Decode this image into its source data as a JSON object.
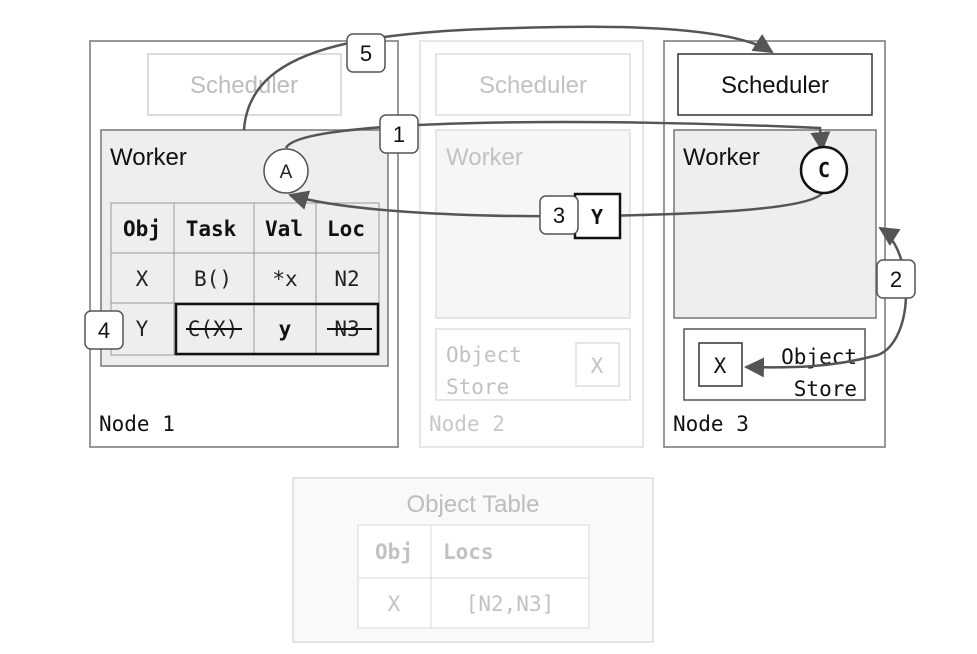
{
  "nodes": [
    {
      "label": "Node 1",
      "scheduler": "Scheduler",
      "worker": "Worker"
    },
    {
      "label": "Node 2",
      "scheduler": "Scheduler",
      "worker": "Worker",
      "store_line1": "Object",
      "store_line2": "Store",
      "store_obj": "X"
    },
    {
      "label": "Node 3",
      "scheduler": "Scheduler",
      "worker": "Worker",
      "store_line1": "Object",
      "store_line2": "Store",
      "store_obj": "X"
    }
  ],
  "worker_table": {
    "headers": [
      "Obj",
      "Task",
      "Val",
      "Loc"
    ],
    "rows": [
      [
        "X",
        "B()",
        "*x",
        "N2"
      ],
      [
        "Y",
        "C(X)",
        "y",
        "N3"
      ]
    ]
  },
  "tasks": {
    "a": "A",
    "c": "C"
  },
  "result_obj": "Y",
  "steps": [
    "1",
    "2",
    "3",
    "4",
    "5"
  ],
  "object_table": {
    "title": "Object Table",
    "headers": [
      "Obj",
      "Locs"
    ],
    "rows": [
      [
        "X",
        "[N2,N3]"
      ]
    ]
  },
  "colors": {
    "faded": "#bdbdbd",
    "dark": "#111111",
    "border": "#666666",
    "fill": "#eeeeee",
    "arrow": "#555555"
  }
}
